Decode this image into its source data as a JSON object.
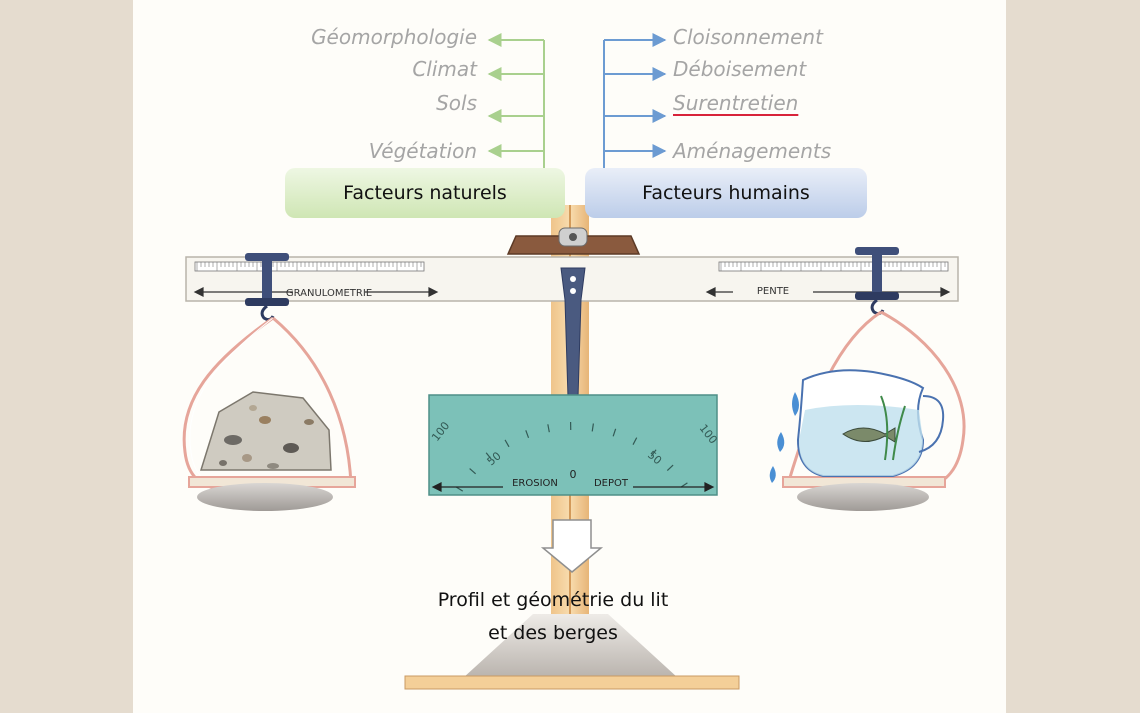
{
  "natural_factors": {
    "title": "Facteurs naturels",
    "items": [
      "Géomorphologie",
      "Climat",
      "Sols",
      "Végétation"
    ]
  },
  "human_factors": {
    "title": "Facteurs humains",
    "items": [
      "Cloisonnement",
      "Déboisement",
      "Surentretien",
      "Aménagements"
    ]
  },
  "beam": {
    "left_label": "GRANULOMETRIE",
    "right_label": "PENTE"
  },
  "gauge": {
    "left_label": "EROSION",
    "right_label": "DEPOT",
    "center_value": "0",
    "ticks": [
      "100",
      "50",
      "50",
      "100"
    ]
  },
  "outcome": {
    "line1": "Profil et géométrie du lit",
    "line2": "et des berges"
  },
  "colors": {
    "natural_arrow": "#a9d08e",
    "human_arrow": "#6c9bd2",
    "gauge_panel": "#6fb5ad",
    "underline": "#d8233a"
  }
}
